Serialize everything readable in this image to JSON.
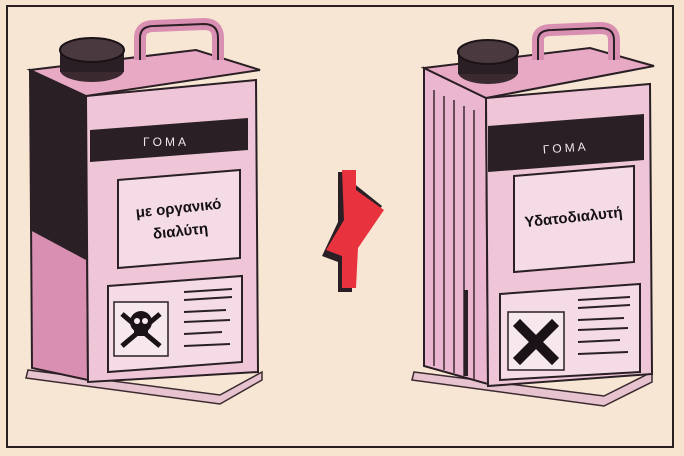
{
  "left_canister": {
    "brand": "ΓΟΜΑ",
    "label_line1": "με οργανικό",
    "label_line2": "διαλύτη",
    "hazard_icon": "skull-crossbones-icon"
  },
  "right_canister": {
    "brand": "ΓΟΜΑ",
    "label_line1": "Υδατοδιαλυτή",
    "hazard_icon": "x-mark-icon"
  },
  "arrow_icon": "arrow-right-icon",
  "colors": {
    "background": "#f7e6d3",
    "canister": "#eebfd4",
    "canister_shade": "#d98fb2",
    "dark_band": "#2a1f24",
    "arrow": "#e8333f"
  }
}
